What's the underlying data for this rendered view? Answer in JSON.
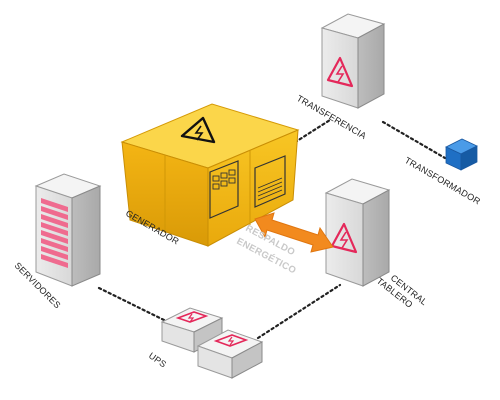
{
  "labels": {
    "generador": "GENERADOR",
    "transferencia": "TRANSFERENCIA",
    "transformador": "TRANSFORMADOR",
    "servidores": "SERVIDORES",
    "ups": "UPS",
    "tablero_line1": "TABLERO",
    "tablero_line2": "CENTRAL",
    "respaldo_line1": "RESPALDO",
    "respaldo_line2": "ENERGÉTICO"
  },
  "colors": {
    "generator": "#f6c21c",
    "arrow": "#f28a1e",
    "transformer": "#1f6fc4",
    "warning": "#e4285a",
    "server_slots": "#ef6b8f",
    "cabinet": "#e6e6e6"
  }
}
